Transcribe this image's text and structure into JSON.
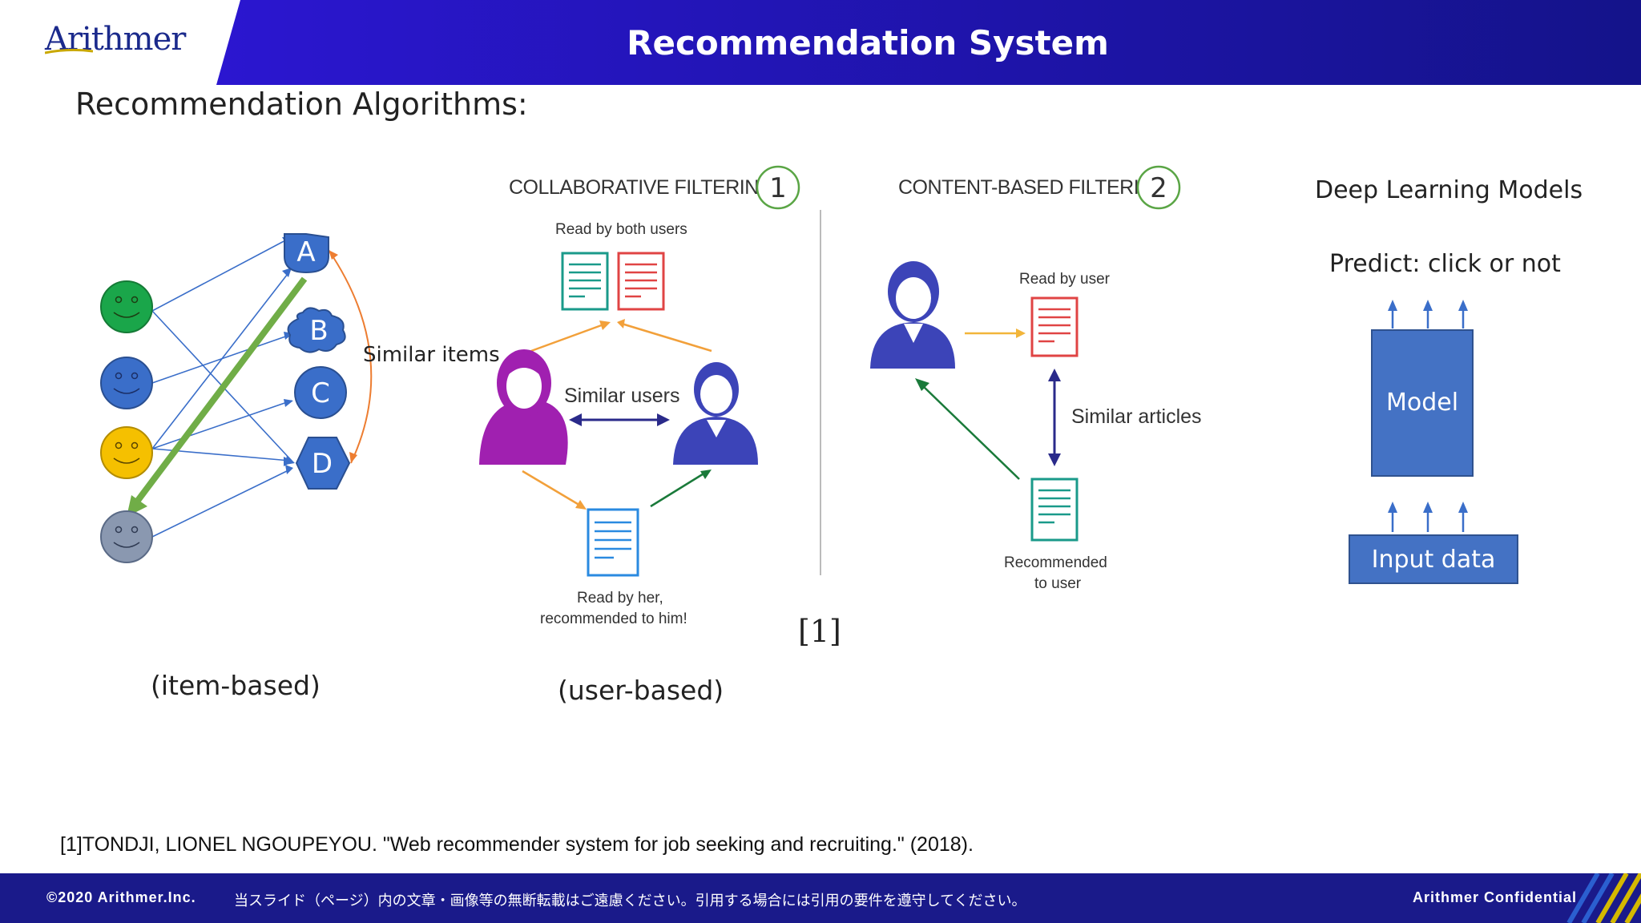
{
  "header": {
    "title": "Recommendation System",
    "logo": "Arithmer"
  },
  "section_title": "Recommendation Algorithms:",
  "item_based": {
    "items": [
      "A",
      "B",
      "C",
      "D"
    ],
    "similar_label": "Similar items",
    "caption": "(item-based)",
    "colors": {
      "green": "#1aa64a",
      "blue": "#3a6ec9",
      "yellow": "#f5c000",
      "gray": "#8a98b0",
      "arrow": "#70ad47",
      "curve": "#ed7d31"
    }
  },
  "collaborative": {
    "title": "COLLABORATIVE FILTERING",
    "number": "1",
    "read_both": "Read by both users",
    "similar_users": "Similar users",
    "read_her_1": "Read by her,",
    "read_her_2": "recommended to him!",
    "caption": "(user-based)"
  },
  "content_based": {
    "title": "CONTENT-BASED FILTERING",
    "number": "2",
    "read_by_user": "Read by user",
    "similar_articles": "Similar articles",
    "recommended_1": "Recommended",
    "recommended_2": "to user"
  },
  "citation_mark": "[1]",
  "deep_learning": {
    "title": "Deep Learning Models",
    "predict": "Predict: click or not",
    "model_label": "Model",
    "input_label": "Input data"
  },
  "reference": "[1]TONDJI, LIONEL NGOUPEYOU. \"Web recommender system for job seeking and recruiting.\" (2018).",
  "footer": {
    "copyright": "©2020 Arithmer.Inc.",
    "notice": "当スライド（ページ）内の文章・画像等の無断転載はご遠慮ください。引用する場合には引用の要件を遵守してください。",
    "confidential": "Arithmer Confidential"
  }
}
